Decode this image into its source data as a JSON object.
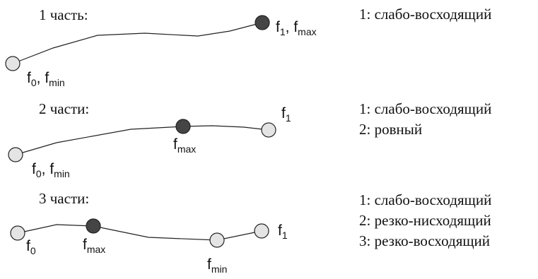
{
  "panels": [
    {
      "title": "1 часть:",
      "legend": [
        "1: слабо-восходящий"
      ],
      "labels": {
        "f0": "f",
        "f0_sub": "0",
        "fmin": "f",
        "fmin_sub": "min",
        "f1": "f",
        "f1_sub": "1",
        "fmax": "f",
        "fmax_sub": "max"
      }
    },
    {
      "title": "2 части:",
      "legend": [
        "1: слабо-восходящий",
        "2: ровный"
      ],
      "labels": {
        "f0": "f",
        "f0_sub": "0",
        "fmin": "f",
        "fmin_sub": "min",
        "f1": "f",
        "f1_sub": "1",
        "fmax": "f",
        "fmax_sub": "max"
      }
    },
    {
      "title": "3 части:",
      "legend": [
        "1: слабо-восходящий",
        "2: резко-нисходящий",
        "3: резко-восходящий"
      ],
      "labels": {
        "f0": "f",
        "f0_sub": "0",
        "fmin": "f",
        "fmin_sub": "min",
        "f1": "f",
        "f1_sub": "1",
        "fmax": "f",
        "fmax_sub": "max"
      }
    }
  ],
  "colors": {
    "light_point": "#e4e4e4",
    "dark_point": "#454545",
    "line": "#222222"
  },
  "sep": ", "
}
